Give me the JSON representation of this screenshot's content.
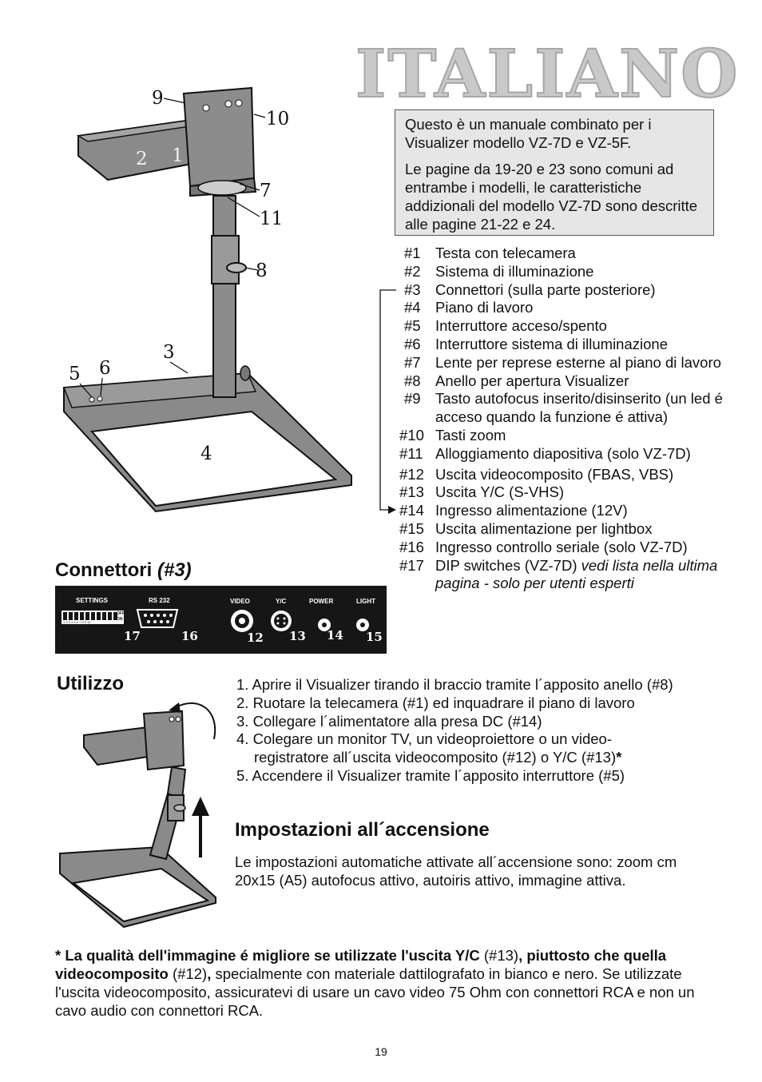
{
  "title": "ITALIANO",
  "intro": {
    "p1": "Questo è un manuale combinato per i Visualizer modello VZ-7D e VZ-5F.",
    "p2": "Le pagine da 19-20 e 23 sono comuni ad entrambe i modelli, le caratteristiche addizionali del modello VZ-7D sono descritte alle pagine 21-22 e 24."
  },
  "figure_labels": [
    "1",
    "2",
    "3",
    "4",
    "5",
    "6",
    "7",
    "8",
    "9",
    "10",
    "11"
  ],
  "legend": [
    {
      "num": "#1",
      "text": "Testa con telecamera"
    },
    {
      "num": "#2",
      "text": "Sistema di illuminazione"
    },
    {
      "num": "#3",
      "text": "Connettori (sulla parte posteriore)"
    },
    {
      "num": "#4",
      "text": "Piano di lavoro"
    },
    {
      "num": "#5",
      "text": "Interruttore acceso/spento"
    },
    {
      "num": "#6",
      "text": "Interruttore sistema di illuminazione"
    },
    {
      "num": "#7",
      "text": "Lente per represe esterne al piano di lavoro"
    },
    {
      "num": "#8",
      "text": "Anello per apertura Visualizer"
    },
    {
      "num": "#9",
      "text": "Tasto autofocus inserito/disinserito (un led é acceso quando la funzione é attiva)"
    },
    {
      "num": "#10",
      "text": "Tasti zoom"
    },
    {
      "num": "#11",
      "text": "Alloggiamento diapositiva (solo VZ-7D)"
    },
    {
      "num": "#12",
      "text": "Uscita videocomposito (FBAS, VBS)"
    },
    {
      "num": "#13",
      "text": "Uscita Y/C (S-VHS)"
    },
    {
      "num": "#14",
      "text": "Ingresso alimentazione (12V)"
    },
    {
      "num": "#15",
      "text": "Uscita alimentazione per lightbox"
    },
    {
      "num": "#16",
      "text": "Ingresso controllo seriale (solo VZ-7D)"
    },
    {
      "num": "#17",
      "text": "DIP switches (VZ-7D)",
      "italic": "vedi lista nella ultima pagina - solo per utenti esperti"
    }
  ],
  "connettori": {
    "heading": "Connettori",
    "heading_ref": "(#3)",
    "labels": {
      "settings": "SETTINGS",
      "rs232": "RS 232",
      "video": "VIDEO",
      "yc": "Y/C",
      "power": "POWER",
      "light": "LIGHT",
      "off": "OFF",
      "on": "ON",
      "dip": "1 2 3 4 5 6 7 8 9 10"
    },
    "numbers": {
      "n17": "17",
      "n16": "16",
      "n12": "12",
      "n13": "13",
      "n14": "14",
      "n15": "15"
    }
  },
  "utilizzo": {
    "heading": "Utilizzo",
    "steps": [
      "1. Aprire il Visualizer tirando il braccio tramite l´apposito anello (#8)",
      "2. Ruotare la telecamera (#1) ed inquadrare il piano di lavoro",
      "3. Collegare l´alimentatore alla presa DC (#14)",
      "4. Colegare un monitor TV, un videoproiettore o un video-",
      "registratore all´uscita videocomposito (#12) o Y/C (#13)",
      "5. Accendere il Visualizer tramite l´apposito interruttore (#5)"
    ],
    "asterisk": "*"
  },
  "impostazioni": {
    "heading": "Impostazioni all´accensione",
    "text": "Le impostazioni automatiche attivate all´accensione sono: zoom cm 20x15 (A5) autofocus attivo, autoiris attivo, immagine attiva."
  },
  "note": {
    "b1": "* La qualità dell'immagine é migliore se utilizzate l'uscita  Y/C",
    "r1": " (#13)",
    "b2": ", piuttosto che quella videocomposito",
    "r2": " (#12)",
    "b3": ",",
    "r3": " specialmente con materiale dattilografato in bianco e nero. Se utilizzate l'uscita videocomposito, assicuratevi di usare un cavo video 75 Ohm con connettori RCA e non un cavo audio con connettori RCA."
  },
  "page_number": "19"
}
